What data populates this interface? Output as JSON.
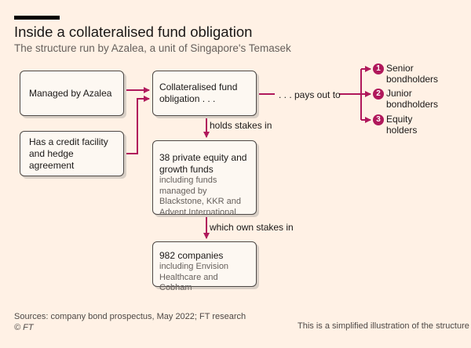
{
  "header": {
    "title": "Inside a collateralised fund obligation",
    "subtitle": "The structure run by Azalea, a unit of Singapore's Temasek"
  },
  "boxes": {
    "managed": "Managed by Azalea",
    "credit": "Has a credit facility and hedge agreement",
    "cfo": "Collateralised fund obligation . . .",
    "funds_main": "38 private equity and growth funds",
    "funds_sub": "including funds managed by Blackstone, KKR and Advent International",
    "companies_main": "982 companies",
    "companies_sub": "including Envision Healthcare and Cobham"
  },
  "labels": {
    "holds": "holds stakes in",
    "own": "which own stakes in",
    "pays": ". . . pays out to"
  },
  "outputs": [
    {
      "num": "1",
      "text": "Senior bondholders"
    },
    {
      "num": "2",
      "text": "Junior bondholders"
    },
    {
      "num": "3",
      "text": "Equity holders"
    }
  ],
  "footer": {
    "sources": "Sources: company bond prospectus, May 2022; FT research",
    "copyright": "© FT",
    "note": "This is a simplified illustration of the structure"
  },
  "colors": {
    "accent": "#b0185b",
    "background": "#fff1e5",
    "box_fill": "#fdf8f2"
  }
}
